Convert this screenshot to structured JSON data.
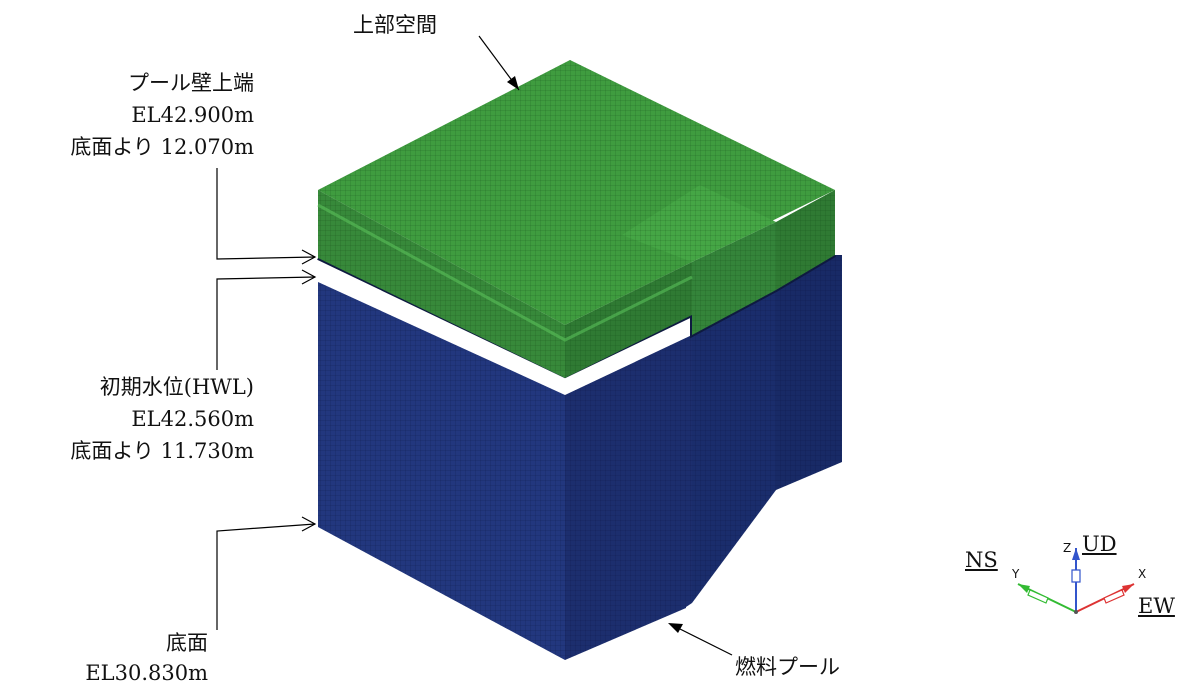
{
  "labels": {
    "upper_space": "上部空間",
    "fuel_pool": "燃料プール",
    "pool_wall_top": {
      "name": "プール壁上端",
      "elevation": "EL42.900m",
      "from_bottom": "底面より 12.070m"
    },
    "initial_water_level": {
      "name": "初期水位(HWL)",
      "elevation": "EL42.560m",
      "from_bottom": "底面より 11.730m"
    },
    "bottom": {
      "name": "底面",
      "elevation": "EL30.830m"
    }
  },
  "axes": {
    "z_letter": "Z",
    "y_letter": "Y",
    "x_letter": "X",
    "ud": "UD",
    "ns": "NS",
    "ew": "EW"
  },
  "colors": {
    "air_region": "#3e9a3e",
    "water_region": "#1d2f72",
    "axis_z": "#3355cc",
    "axis_y": "#33bb33",
    "axis_x": "#dd3333"
  }
}
